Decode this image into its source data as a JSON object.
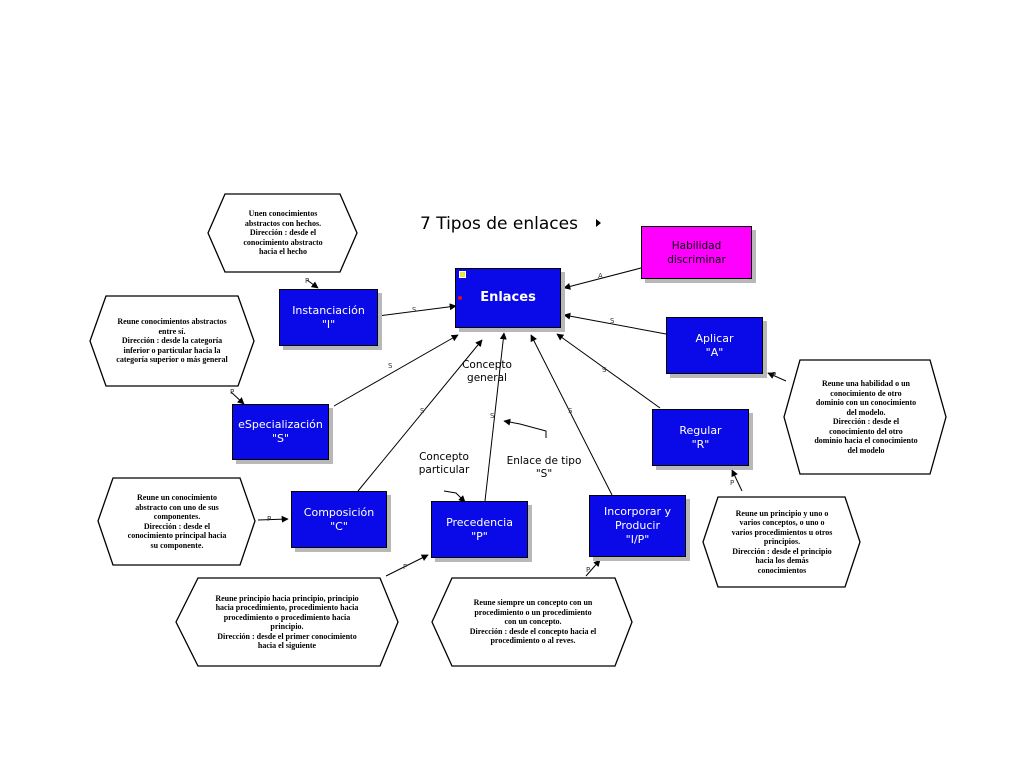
{
  "title": "7 Tipos de enlaces",
  "nodes": {
    "enlaces": "Enlaces",
    "habilidad": "Habilidad\ndiscriminar",
    "instanciacion": "Instanciación\n\"I\"",
    "aplicar": "Aplicar\n\"A\"",
    "especializacion": "eSpecialización\n\"S\"",
    "regular": "Regular\n\"R\"",
    "composicion": "Composición\n\"C\"",
    "precedencia": "Precedencia\n\"P\"",
    "incorporar": "Incorporar y\nProducir\n\"I/P\""
  },
  "notes": {
    "instanciacion": "Unen conocimientos\nabstractos con hechos.\nDirección : desde el\nconocimiento abstracto\nhacia el hecho",
    "especializacion": "Reune conocimientos abstractos\nentre sí.\nDirección : desde la categoría\ninferior o particular hacia la\ncategoría superior o más general",
    "composicion": "Reune un conocimiento\nabstracto con uno de sus\ncomponentes.\nDirección : desde el\nconocimiento principal hacia\nsu componente.",
    "precedencia": "Reune principio hacia principio, principio\nhacia procedimiento, procedimiento hacia\nprocedimiento o procedimiento hacia\nprincipio.\nDirección : desde el primer conocimiento\nhacia el siguiente",
    "incorporar": "Reune siempre un concepto con un\nprocedimiento o un procedimiento\ncon un concepto.\nDirección : desde el concepto hacia el\nprocedimiento o al reves.",
    "regular": "Reune un principio y uno o\nvarios conceptos, o uno o\nvarios procedimientos u otros\nprincipios.\nDirección : desde el principio\nhacia los demás\nconocimientos",
    "aplicar": "Reune una habilidad o un\nconocimiento de otro\ndominio con un conocimiento\ndel modelo.\nDirección : desde el\nconocimiento del otro\ndominio hacia el conocimiento\ndel modelo"
  },
  "annotations": {
    "concepto_general": "Concepto\ngeneral",
    "concepto_particular": "Concepto\nparticular",
    "enlace_tipo_s": "Enlace de tipo\n\"S\""
  },
  "link_labels": {
    "s": "S",
    "a": "A",
    "p": "P"
  },
  "colors": {
    "box_blue": "#0a0ae8",
    "box_pink": "#ff00ff"
  }
}
